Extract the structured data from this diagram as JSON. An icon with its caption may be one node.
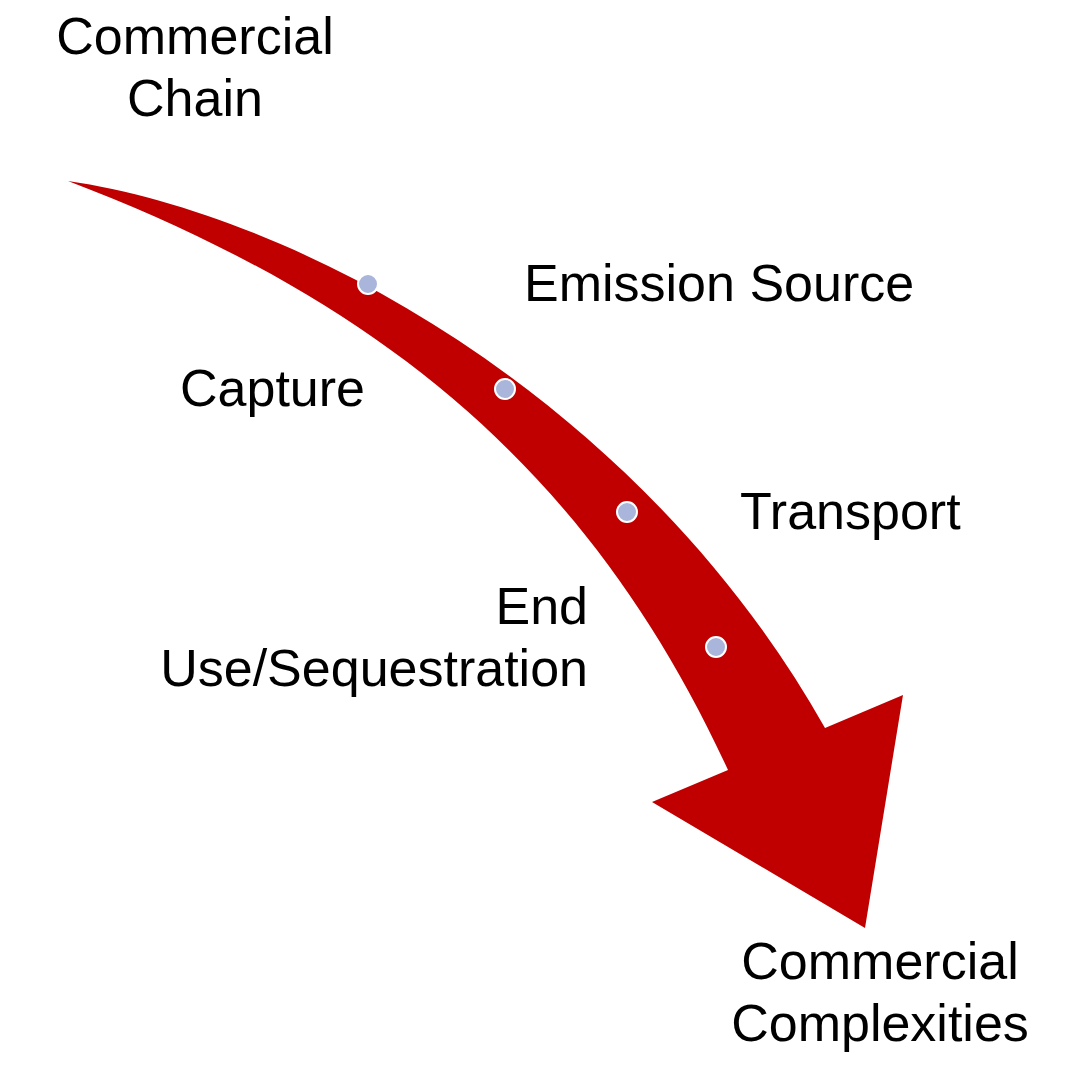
{
  "diagram": {
    "nodes": [
      {
        "text": [
          "Commercial Chain"
        ]
      },
      {
        "text": [
          "Commercial Complexities"
        ]
      },
      {
        "text": [],
        "shape": "circle"
      },
      {
        "text": [],
        "shape": "circle"
      },
      {
        "text": [],
        "shape": "circle"
      },
      {
        "text": [],
        "shape": "circle"
      }
    ],
    "edges": [
      {
        "from": 0,
        "to": 1,
        "arrow": "to"
      }
    ],
    "labels": [
      "Emission Source",
      "Capture",
      "Transport",
      "End Use/Sequestration"
    ]
  }
}
